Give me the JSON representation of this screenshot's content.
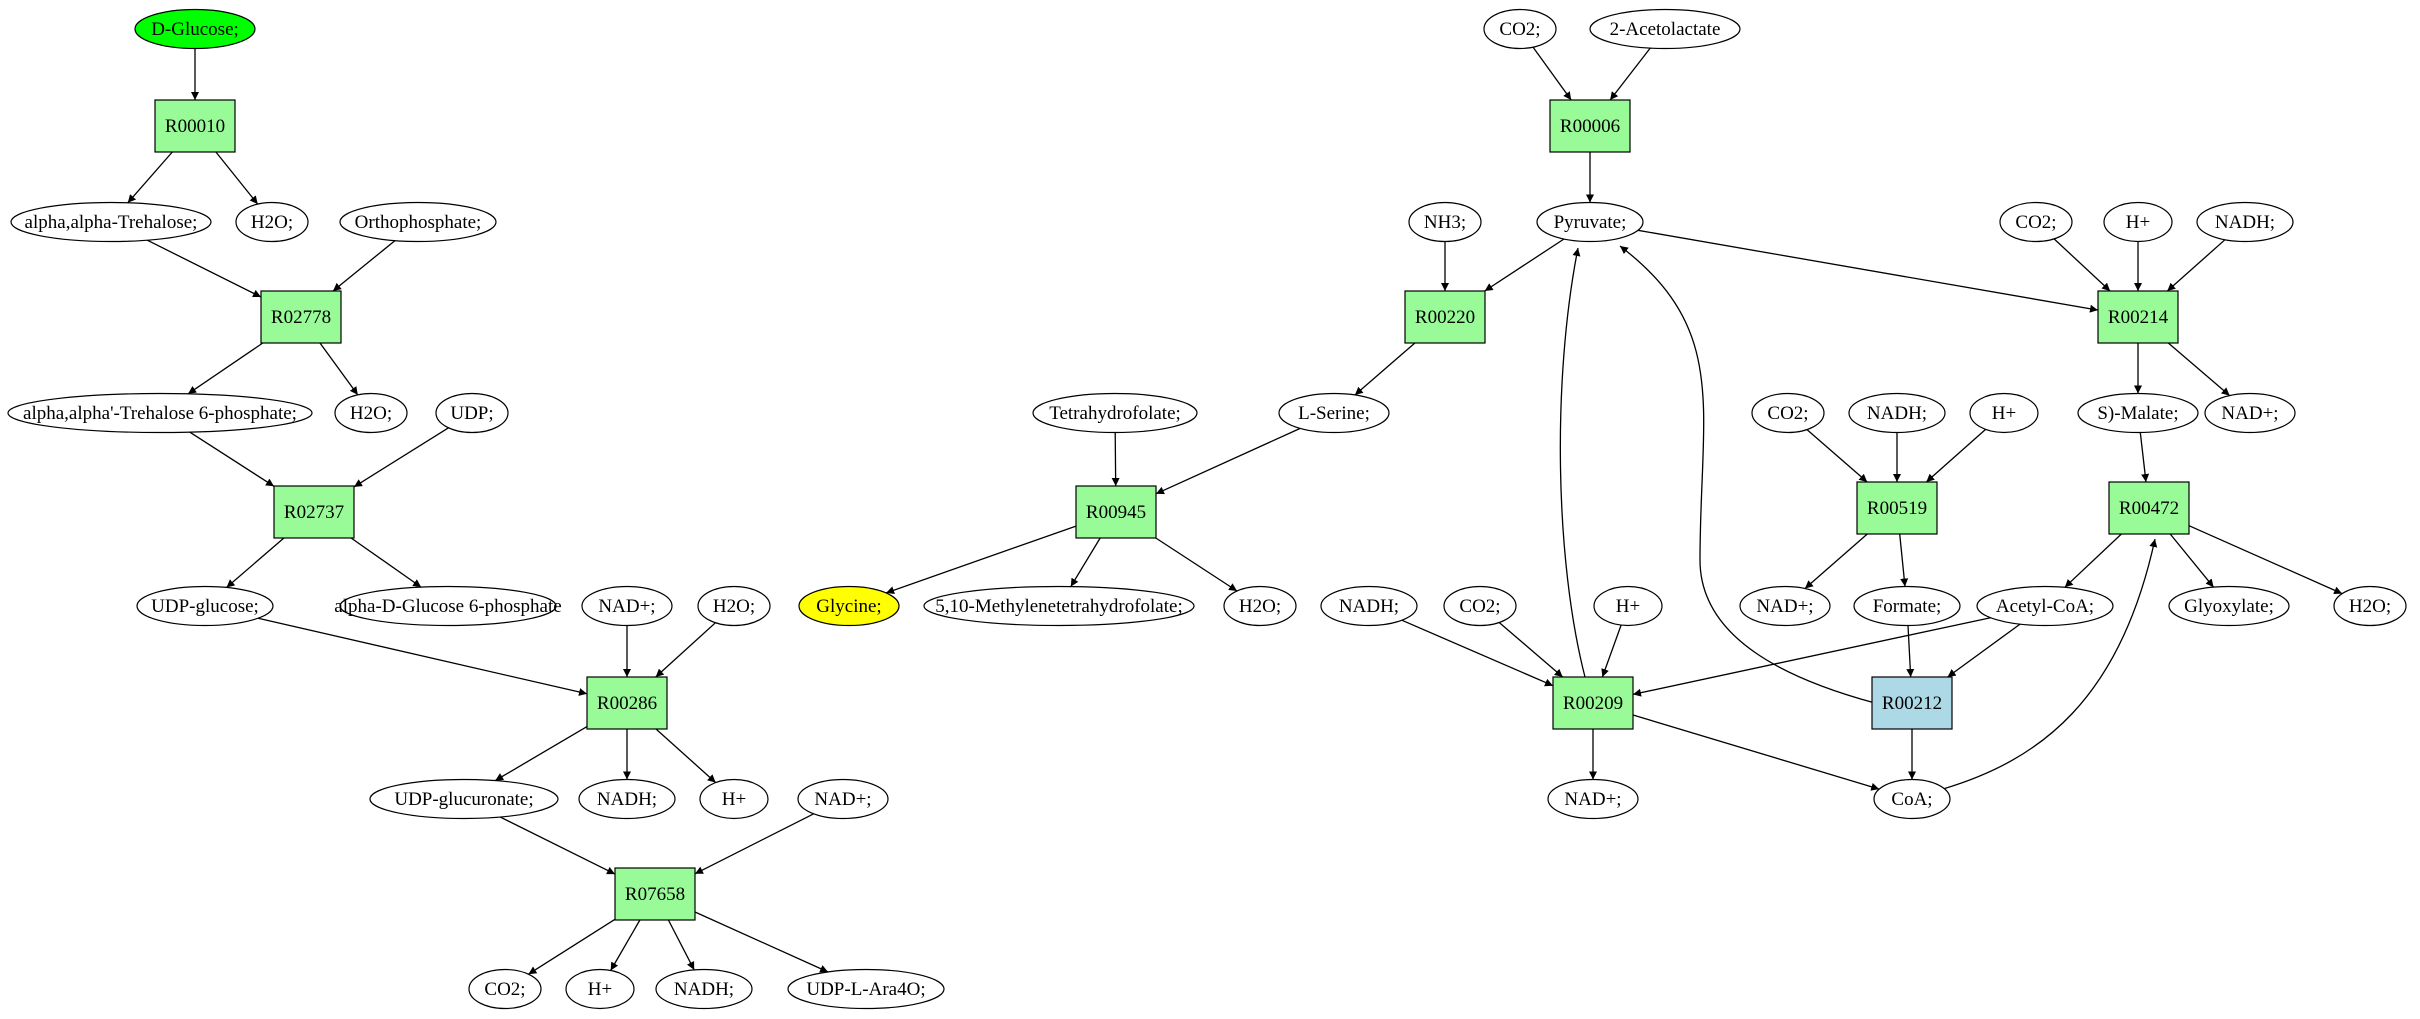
{
  "colors": {
    "background": "#ffffff",
    "reaction": "#98fb98",
    "reaction_highlight": "#add8e6",
    "source": "#00ff00",
    "target": "#ffff00",
    "stroke": "#000000"
  },
  "reactions": [
    {
      "id": "r_R00010",
      "label": "R00010"
    },
    {
      "id": "r_R02778",
      "label": "R02778"
    },
    {
      "id": "r_R02737",
      "label": "R02737"
    },
    {
      "id": "r_R00286",
      "label": "R00286"
    },
    {
      "id": "r_R07658",
      "label": "R07658"
    },
    {
      "id": "r_R00006",
      "label": "R00006"
    },
    {
      "id": "r_R00220",
      "label": "R00220"
    },
    {
      "id": "r_R00945",
      "label": "R00945"
    },
    {
      "id": "r_R00214",
      "label": "R00214"
    },
    {
      "id": "r_R00519",
      "label": "R00519"
    },
    {
      "id": "r_R00472",
      "label": "R00472"
    },
    {
      "id": "r_R00209",
      "label": "R00209"
    },
    {
      "id": "r_R00212",
      "label": "R00212",
      "highlight": true
    }
  ],
  "metabolites": [
    {
      "id": "m_dglucose",
      "label": "D-Glucose;",
      "role": "source"
    },
    {
      "id": "m_trehalose",
      "label": "alpha,alpha-Trehalose;"
    },
    {
      "id": "m_h2o_1",
      "label": "H2O;"
    },
    {
      "id": "m_orthophosphate",
      "label": "Orthophosphate;"
    },
    {
      "id": "m_trehalose6p",
      "label": "alpha,alpha'-Trehalose 6-phosphate;"
    },
    {
      "id": "m_h2o_2",
      "label": "H2O;"
    },
    {
      "id": "m_udp",
      "label": "UDP;"
    },
    {
      "id": "m_udpglucose",
      "label": "UDP-glucose;"
    },
    {
      "id": "m_glucose6p",
      "label": "alpha-D-Glucose 6-phosphate"
    },
    {
      "id": "m_nadp_1",
      "label": "NAD+;"
    },
    {
      "id": "m_h2o_3",
      "label": "H2O;"
    },
    {
      "id": "m_udpglucuronate",
      "label": "UDP-glucuronate;"
    },
    {
      "id": "m_nadh_1",
      "label": "NADH;"
    },
    {
      "id": "m_hp_1",
      "label": "H+"
    },
    {
      "id": "m_nadp_2",
      "label": "NAD+;"
    },
    {
      "id": "m_co2_1",
      "label": "CO2;"
    },
    {
      "id": "m_hp_2",
      "label": "H+"
    },
    {
      "id": "m_nadh_2",
      "label": "NADH;"
    },
    {
      "id": "m_udplara",
      "label": "UDP-L-Ara4O;"
    },
    {
      "id": "m_co2_2",
      "label": "CO2;"
    },
    {
      "id": "m_acetolactate",
      "label": "2-Acetolactate"
    },
    {
      "id": "m_nh3",
      "label": "NH3;"
    },
    {
      "id": "m_pyruvate",
      "label": "Pyruvate;"
    },
    {
      "id": "m_co2_3",
      "label": "CO2;"
    },
    {
      "id": "m_hp_3",
      "label": "H+"
    },
    {
      "id": "m_nadh_3",
      "label": "NADH;"
    },
    {
      "id": "m_thf",
      "label": "Tetrahydrofolate;"
    },
    {
      "id": "m_lserine",
      "label": "L-Serine;"
    },
    {
      "id": "m_co2_4",
      "label": "CO2;"
    },
    {
      "id": "m_nadh_4",
      "label": "NADH;"
    },
    {
      "id": "m_hp_4",
      "label": "H+"
    },
    {
      "id": "m_smalate",
      "label": "S)-Malate;"
    },
    {
      "id": "m_nadp_3",
      "label": "NAD+;"
    },
    {
      "id": "m_glycine",
      "label": "Glycine;",
      "role": "target"
    },
    {
      "id": "m_methylenethf",
      "label": "5,10-Methylenetetrahydrofolate;"
    },
    {
      "id": "m_h2o_4",
      "label": "H2O;"
    },
    {
      "id": "m_nadh_5",
      "label": "NADH;"
    },
    {
      "id": "m_co2_5",
      "label": "CO2;"
    },
    {
      "id": "m_hp_5",
      "label": "H+"
    },
    {
      "id": "m_nadp_4",
      "label": "NAD+;"
    },
    {
      "id": "m_formate",
      "label": "Formate;"
    },
    {
      "id": "m_acetylcoa",
      "label": "Acetyl-CoA;"
    },
    {
      "id": "m_glyoxylate",
      "label": "Glyoxylate;"
    },
    {
      "id": "m_h2o_5",
      "label": "H2O;"
    },
    {
      "id": "m_nadp_5",
      "label": "NAD+;"
    },
    {
      "id": "m_coa",
      "label": "CoA;"
    }
  ],
  "edges": [
    [
      "m_dglucose",
      "r_R00010"
    ],
    [
      "r_R00010",
      "m_trehalose"
    ],
    [
      "r_R00010",
      "m_h2o_1"
    ],
    [
      "m_trehalose",
      "r_R02778"
    ],
    [
      "m_orthophosphate",
      "r_R02778"
    ],
    [
      "r_R02778",
      "m_trehalose6p"
    ],
    [
      "r_R02778",
      "m_h2o_2"
    ],
    [
      "m_trehalose6p",
      "r_R02737"
    ],
    [
      "m_udp",
      "r_R02737"
    ],
    [
      "r_R02737",
      "m_udpglucose"
    ],
    [
      "r_R02737",
      "m_glucose6p"
    ],
    [
      "m_udpglucose",
      "r_R00286"
    ],
    [
      "m_nadp_1",
      "r_R00286"
    ],
    [
      "m_h2o_3",
      "r_R00286"
    ],
    [
      "r_R00286",
      "m_udpglucuronate"
    ],
    [
      "r_R00286",
      "m_nadh_1"
    ],
    [
      "r_R00286",
      "m_hp_1"
    ],
    [
      "m_udpglucuronate",
      "r_R07658"
    ],
    [
      "m_nadp_2",
      "r_R07658"
    ],
    [
      "r_R07658",
      "m_co2_1"
    ],
    [
      "r_R07658",
      "m_hp_2"
    ],
    [
      "r_R07658",
      "m_nadh_2"
    ],
    [
      "r_R07658",
      "m_udplara"
    ],
    [
      "m_co2_2",
      "r_R00006"
    ],
    [
      "m_acetolactate",
      "r_R00006"
    ],
    [
      "r_R00006",
      "m_pyruvate"
    ],
    [
      "m_nh3",
      "r_R00220"
    ],
    [
      "m_pyruvate",
      "r_R00220"
    ],
    [
      "r_R00220",
      "m_lserine"
    ],
    [
      "m_thf",
      "r_R00945"
    ],
    [
      "m_lserine",
      "r_R00945"
    ],
    [
      "r_R00945",
      "m_glycine"
    ],
    [
      "r_R00945",
      "m_methylenethf"
    ],
    [
      "r_R00945",
      "m_h2o_4"
    ],
    [
      "m_pyruvate",
      "r_R00214"
    ],
    [
      "m_co2_3",
      "r_R00214"
    ],
    [
      "m_hp_3",
      "r_R00214"
    ],
    [
      "m_nadh_3",
      "r_R00214"
    ],
    [
      "r_R00214",
      "m_smalate"
    ],
    [
      "r_R00214",
      "m_nadp_3"
    ],
    [
      "m_co2_4",
      "r_R00519"
    ],
    [
      "m_nadh_4",
      "r_R00519"
    ],
    [
      "m_hp_4",
      "r_R00519"
    ],
    [
      "r_R00519",
      "m_nadp_4"
    ],
    [
      "r_R00519",
      "m_formate"
    ],
    [
      "m_smalate",
      "r_R00472"
    ],
    [
      "m_coa",
      "r_R00472"
    ],
    [
      "r_R00472",
      "m_acetylcoa"
    ],
    [
      "r_R00472",
      "m_glyoxylate"
    ],
    [
      "r_R00472",
      "m_h2o_5"
    ],
    [
      "m_nadh_5",
      "r_R00209"
    ],
    [
      "m_co2_5",
      "r_R00209"
    ],
    [
      "m_hp_5",
      "r_R00209"
    ],
    [
      "m_acetylcoa",
      "r_R00209"
    ],
    [
      "r_R00209",
      "m_pyruvate"
    ],
    [
      "r_R00209",
      "m_nadp_5"
    ],
    [
      "r_R00209",
      "m_coa"
    ],
    [
      "m_formate",
      "r_R00212"
    ],
    [
      "m_acetylcoa",
      "r_R00212"
    ],
    [
      "r_R00212",
      "m_pyruvate"
    ],
    [
      "r_R00212",
      "m_coa"
    ]
  ]
}
